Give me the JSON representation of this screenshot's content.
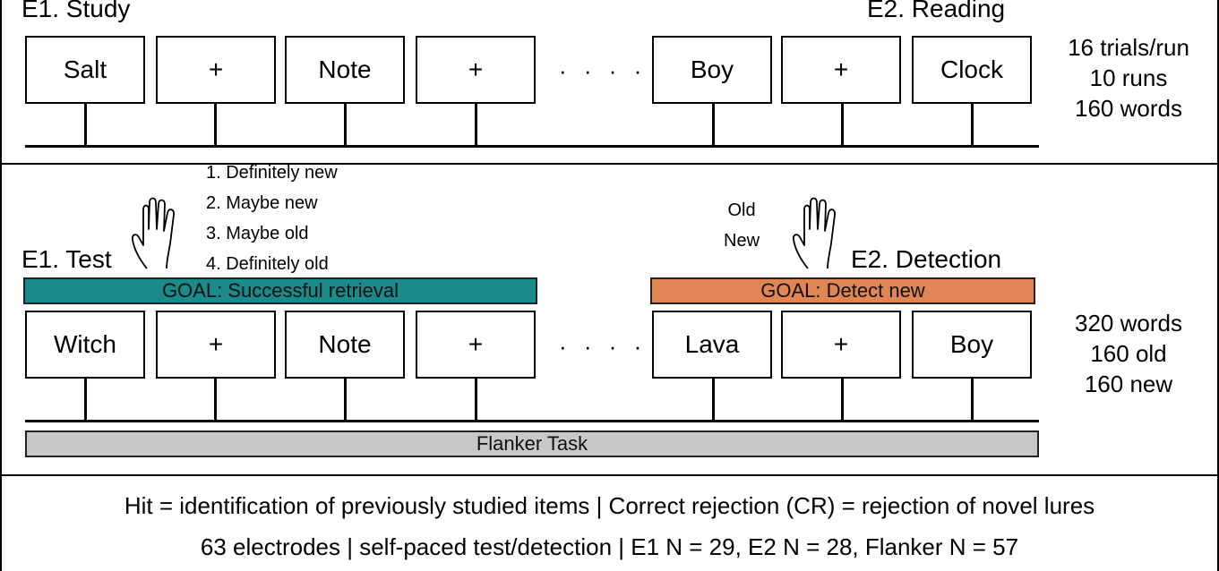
{
  "study": {
    "left_label": "E1. Study",
    "right_label": "E2. Reading",
    "boxes": [
      "Salt",
      "+",
      "Note",
      "+",
      "Boy",
      "+",
      "Clock"
    ],
    "dots": "· · · ·",
    "info": [
      "16 trials/run",
      "10 runs",
      "160 words"
    ]
  },
  "test": {
    "left_label": "E1. Test",
    "right_label": "E2. Detection",
    "responses_e1": [
      "1. Definitely new",
      "2. Maybe new",
      "3. Maybe old",
      "4. Definitely old"
    ],
    "responses_e2": [
      "Old",
      "New"
    ],
    "goal_e1": "GOAL: Successful retrieval",
    "goal_e2": "GOAL: Detect new",
    "boxes": [
      "Witch",
      "+",
      "Note",
      "+",
      "Lava",
      "+",
      "Boy"
    ],
    "dots": "· · · ·",
    "info": [
      "320 words",
      "160 old",
      "160 new"
    ],
    "flanker": "Flanker Task"
  },
  "footer": {
    "line1": "Hit = identification of previously studied items | Correct rejection (CR) = rejection of novel lures",
    "line2": "63 electrodes | self-paced test/detection | E1 N = 29, E2 N = 28, Flanker N = 57"
  },
  "colors": {
    "goal_e1": "#1a8a8a",
    "goal_e2": "#e08655",
    "flanker": "#c8c8c8"
  },
  "icons": [
    "hand-icon",
    "hand-icon"
  ]
}
